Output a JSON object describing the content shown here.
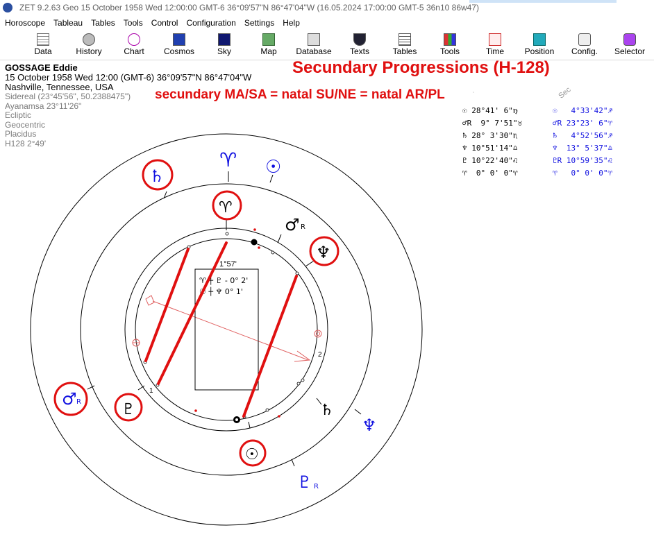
{
  "window": {
    "title": "ZET 9.2.63 Geo   15 October 1958  Wed  12:00:00 GMT-6 36°09'57\"N  86°47'04\"W  (16.05.2024  17:00:00 GMT-5 36n10 86w47)"
  },
  "menu": [
    "Horoscope",
    "Tableau",
    "Tables",
    "Tools",
    "Control",
    "Configuration",
    "Settings",
    "Help"
  ],
  "toolbar": {
    "data": "Data",
    "history": "History",
    "chart": "Chart",
    "cosmos": "Cosmos",
    "sky": "Sky",
    "map": "Map",
    "database": "Database",
    "texts": "Texts",
    "tables": "Tables",
    "tools": "Tools",
    "time": "Time",
    "position": "Position",
    "config": "Config.",
    "selector": "Selector"
  },
  "info": {
    "name": "GOSSAGE Eddie",
    "datetime": "15 October 1958  Wed  12:00 (GMT-6) 36°09'57\"N  86°47'04\"W",
    "place": "Nashville, Tennessee, USA",
    "sidereal": "Sidereal (23°45'56\", 50.2388475\")",
    "ayanamsa": "Ayanamsa 23°11'26\"",
    "ecliptic": "Ecliptic",
    "geocentric": "Geocentric",
    "placidus": "Placidus",
    "harmonic": "H128   2°49'"
  },
  "annotation": {
    "heading": "Secundary Progressions (H-128)",
    "subheading": "secundary MA/SA = natal SU/NE = natal AR/PL"
  },
  "positions": {
    "sec_label": "Sec",
    "natal": [
      {
        "glyph": "☉",
        "text": " 28°41' 6\"♍"
      },
      {
        "glyph": "♂",
        "text": "R  9° 7'51\"♉"
      },
      {
        "glyph": "♄",
        "text": " 28° 3'30\"♏"
      },
      {
        "glyph": "♆",
        "text": " 10°51'14\"♎"
      },
      {
        "glyph": "♇",
        "text": " 10°22'40\"♌"
      },
      {
        "glyph": "♈",
        "text": "  0° 0' 0\"♈"
      }
    ],
    "secondary": [
      {
        "glyph": "☉",
        "text": "   4°33'42\"♐"
      },
      {
        "glyph": "♂",
        "text": "R 23°23' 6\"♈"
      },
      {
        "glyph": "♄",
        "text": "   4°52'56\"♐"
      },
      {
        "glyph": "♆",
        "text": "  13° 5'37\"♎"
      },
      {
        "glyph": "♇",
        "text": "R 10°59'35\"♌"
      },
      {
        "glyph": "♈",
        "text": "   0° 0' 0\"♈"
      }
    ]
  },
  "chart_labels": {
    "arc": "1°57'",
    "aspect1": "♈ ┼ ♇  - 0° 2'",
    "aspect2": "☉ ┼ ♆   0° 1'",
    "cusp1": "1",
    "cusp2": "2",
    "retro": "R"
  },
  "colors": {
    "highlight": "#e01010",
    "secondary_glyph": "#1010e0",
    "natal_glyph": "#000000"
  }
}
